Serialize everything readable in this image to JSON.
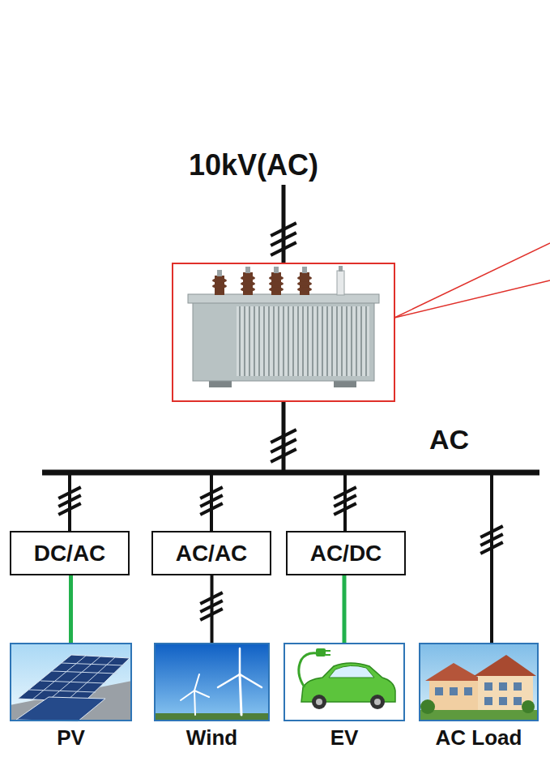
{
  "diagram": {
    "nodes": [
      {
        "text": [
          "DC/AC"
        ]
      },
      {
        "text": [
          "AC/AC"
        ]
      },
      {
        "text": [
          "AC/DC"
        ]
      },
      {
        "text": [
          "PV"
        ]
      },
      {
        "text": [
          "Wind"
        ]
      },
      {
        "text": [
          "EV"
        ]
      },
      {
        "text": [
          "AC Load"
        ]
      }
    ],
    "edges": [
      {
        "from": 0,
        "to": 3,
        "arrow": "none"
      },
      {
        "from": 1,
        "to": 4,
        "arrow": "none"
      },
      {
        "from": 2,
        "to": 5,
        "arrow": "none"
      }
    ],
    "labels": [
      "10kV(AC)",
      "AC"
    ]
  }
}
